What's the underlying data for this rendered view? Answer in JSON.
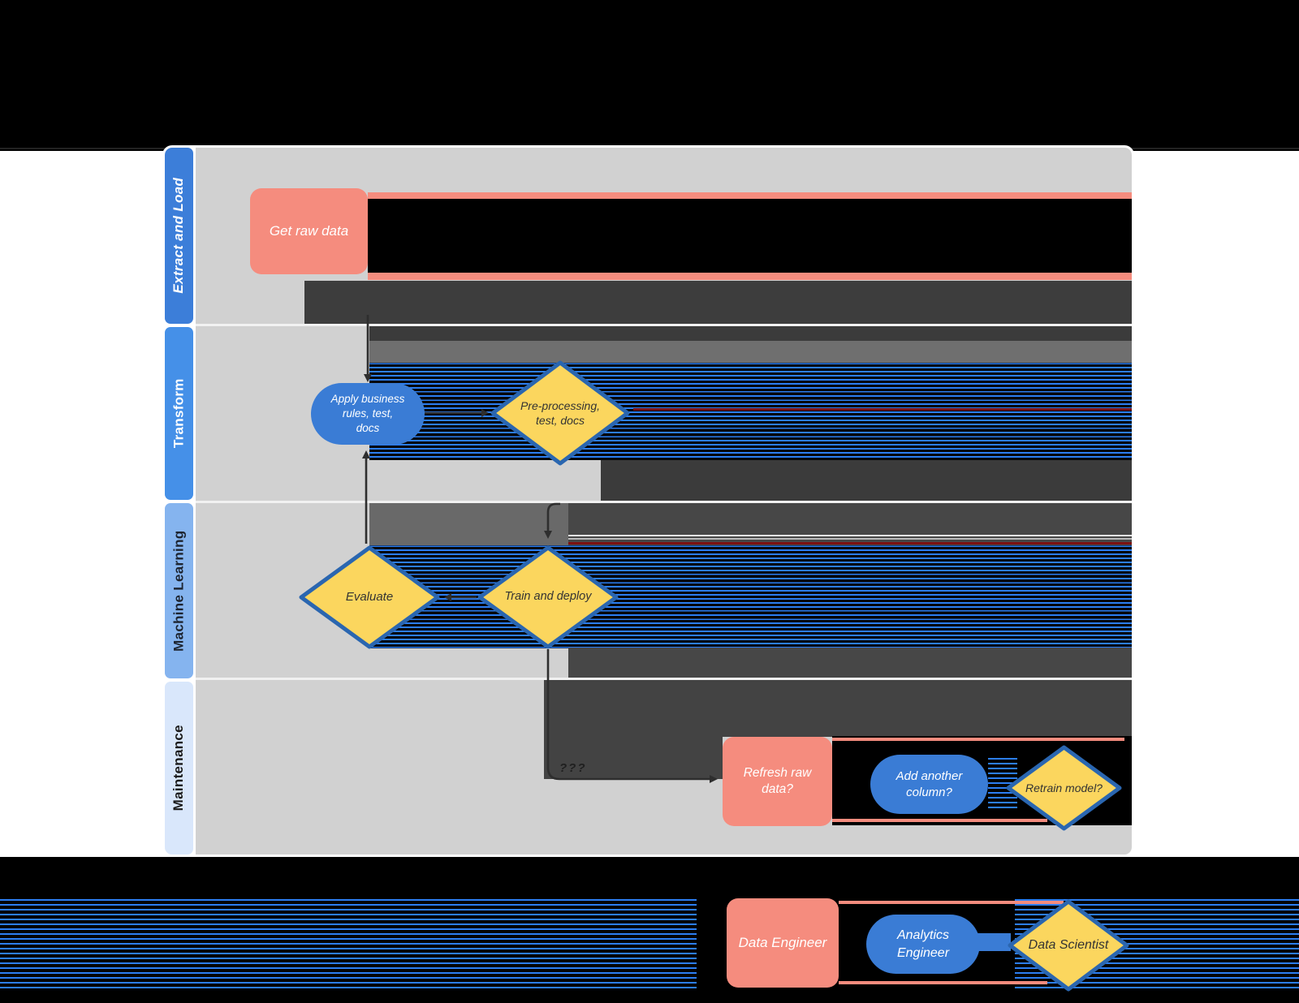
{
  "colors": {
    "salmon": "#f58c7e",
    "blue": "#3a7cd5",
    "yellow": "#fbd65e",
    "yellowBorder": "#2a66b0",
    "laneGray": "#d1d1d1",
    "charcoal": "#3e3e3e",
    "midGray": "#6f6f6f",
    "stripeBlue": "#2c7ef2",
    "hdrExtract": "#3c7ed9",
    "hdrTransform": "#4590e8",
    "hdrMl": "#85b4ef",
    "hdrMaintenance": "#d9e7fb",
    "darkRed": "#7c1111",
    "arrow": "#2e2e2e"
  },
  "lanes": [
    {
      "label": "Extract and Load"
    },
    {
      "label": "Transform"
    },
    {
      "label": "Machine Learning"
    },
    {
      "label": "Maintenance"
    }
  ],
  "shapes": {
    "get_raw_data": {
      "label": "Get raw data",
      "type": "process"
    },
    "apply_business_rules": {
      "label": "Apply business\nrules, test,\ndocs",
      "type": "stadium"
    },
    "pre_processing": {
      "label": "Pre-processing,\ntest, docs",
      "type": "decision"
    },
    "evaluate": {
      "label": "Evaluate",
      "type": "decision"
    },
    "train_and_deploy": {
      "label": "Train and deploy",
      "type": "decision"
    },
    "refresh_raw_data": {
      "label": "Refresh raw\ndata?",
      "type": "process"
    },
    "add_another_column": {
      "label": "Add another\ncolumn?",
      "type": "stadium"
    },
    "retrain_model": {
      "label": "Retrain model?",
      "type": "decision"
    }
  },
  "connector_label": "???",
  "legend": {
    "data_engineer": {
      "label": "Data Engineer"
    },
    "analytics_engineer": {
      "label": "Analytics\nEngineer"
    },
    "data_scientist": {
      "label": "Data Scientist"
    }
  }
}
